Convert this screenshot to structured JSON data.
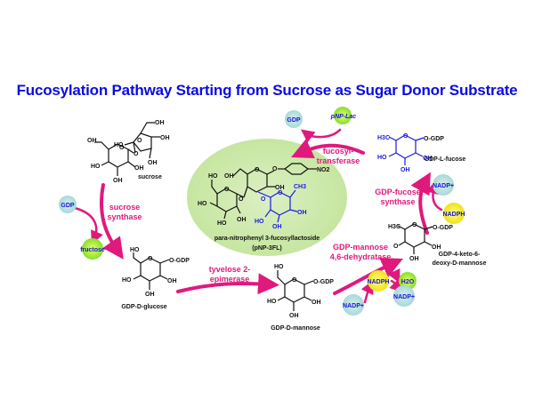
{
  "title": "Fucosylation Pathway Starting from Sucrose as Sugar Donor Substrate",
  "colors": {
    "title": "#0a0ae6",
    "enzyme_text": "#e0197d",
    "arrow": "#e0197d",
    "product_ellipse": "#cde9a8",
    "fucose_structure": "#1b1be0",
    "gdp_circle": "#bde3e3",
    "nadph_circle": "#f2f03a",
    "fructose_circle": "#9ee83a"
  },
  "molecules": {
    "sucrose": "sucrose",
    "gdp_glucose": "GDP-D-glucose",
    "gdp_mannose": "GDP-D-mannose",
    "gdp_keto_line1": "GDP-4-keto-6-",
    "gdp_keto_line2": "deoxy-D-mannose",
    "gdp_fucose": "GDP-L-fucose",
    "product_line1": "para-nitrophenyl 3-fucosyllactoside",
    "product_line2": "(pNP-3FL)"
  },
  "enzymes": {
    "sucrose_synthase_1": "sucrose",
    "sucrose_synthase_2": "synthase",
    "epimerase_1": "tyvelose 2-",
    "epimerase_2": "epimerase",
    "dehydratase_1": "GDP-mannose",
    "dehydratase_2": "4,6-dehydratase",
    "fucose_synthase_1": "GDP-fucose",
    "fucose_synthase_2": "synthase",
    "fucosyltransferase_1": "fucosyl-",
    "fucosyltransferase_2": "transferase"
  },
  "cofactors": {
    "gdp_left": "GDP",
    "fructose": "fructose",
    "gdp_top": "GDP",
    "pnp_lac": "pNP-Lac",
    "nadp_plus_right": "NADP+",
    "nadph_right": "NADPH",
    "nadp_plus_bottom_left": "NADP+",
    "nadph_bottom": "NADPH",
    "h2o": "H2O",
    "nadp_plus_bottom_right": "NADP+"
  },
  "atoms": {
    "oh": "OH",
    "ho": "HO",
    "o": "O",
    "o_gdp": "O-GDP",
    "h3c": "H3C",
    "ch3": "CH3",
    "no2": "NO2"
  }
}
